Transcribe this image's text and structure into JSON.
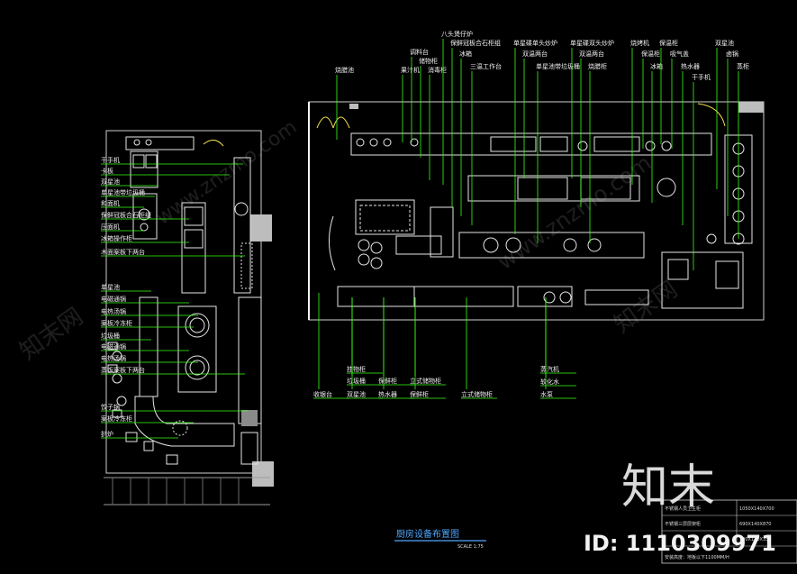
{
  "drawing": {
    "title": "厨房设备布置图",
    "scale_label": "SCALE 1:75",
    "colors": {
      "background": "#000000",
      "leader": "#39ff14",
      "wall": "#f2f2f2",
      "equipment": "#d9d9d9",
      "title": "#4fa8ff",
      "door": "#f3e24a"
    }
  },
  "left_plan_labels": [
    "干手机",
    "卡板",
    "双星池",
    "单星池带垃圾桶",
    "和面机",
    "保鲜冠板合石柜组",
    "压面机",
    "冰箱操作柜",
    "木面案板下两台",
    "单星池",
    "电磁通锅",
    "电热汤锅",
    "案板冷冻柜",
    "垃圾桶",
    "电磁通锅",
    "电热汤锅",
    "蒸饭案板下两台",
    "饺子锅",
    "案板冷冻柜",
    "扒炉"
  ],
  "right_plan_top_labels": [
    "烧腊池",
    "果汁机",
    "调料台",
    "储物柜",
    "消毒柜",
    "八头煲仔炉",
    "保鲜冠板合石柜组",
    "冰箱",
    "三温工作台",
    "单星碟单头炒炉",
    "双温两台",
    "单星池带垃圾桶",
    "单星碟双头炒炉",
    "双温两台",
    "烧腊柜",
    "烧烤机",
    "保温柜",
    "冰箱",
    "保温柜",
    "吸气盖",
    "热水器",
    "干手机",
    "双星池",
    "卤锅",
    "蒸柜"
  ],
  "right_plan_bottom_labels": [
    "收银台",
    "挂物柜",
    "垃圾桶",
    "双星池",
    "保鲜柜",
    "热水器",
    "立式储物柜",
    "保鲜柜",
    "立式储物柜",
    "蒸汽机",
    "软化水",
    "水泵"
  ],
  "legend_table": [
    {
      "name": "不锈钢人员卫生柜",
      "spec": "1050X140X700"
    },
    {
      "name": "不锈钢三层层架柜",
      "spec": "690X140X870"
    },
    {
      "name": "",
      "spec": "700X140X350"
    },
    {
      "name": "安装高度：地板以下1100MM/H",
      "spec": ""
    }
  ],
  "watermark": {
    "brand": "知末",
    "id_text": "ID: 1110309971",
    "site_text": "www.znzmo.com",
    "site_cn": "知末网"
  }
}
